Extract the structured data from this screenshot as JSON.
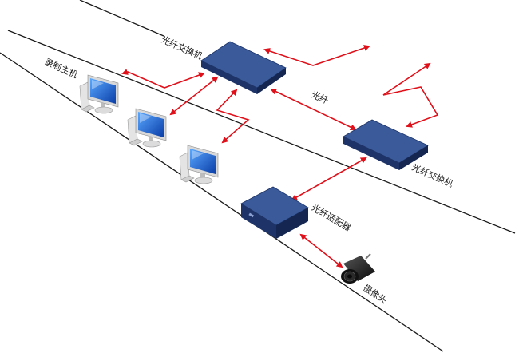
{
  "colors": {
    "line": "#1a1a1a",
    "arrow": "#e0101a",
    "device_top": "#3a5a9a",
    "device_front": "#1e3468",
    "device_side": "#152650",
    "screen": "#1e6fd9"
  },
  "labels": {
    "switch_top": "光纤交换机",
    "switch_right": "光纤交换机",
    "recorder": "录制主机",
    "fiber": "光纤",
    "adapter": "光纤适配器",
    "camera": "摄像头"
  },
  "icons": {
    "switch": "network-switch-icon",
    "computer": "computer-icon",
    "adapter": "fiber-adapter-icon",
    "camera": "camera-icon"
  }
}
